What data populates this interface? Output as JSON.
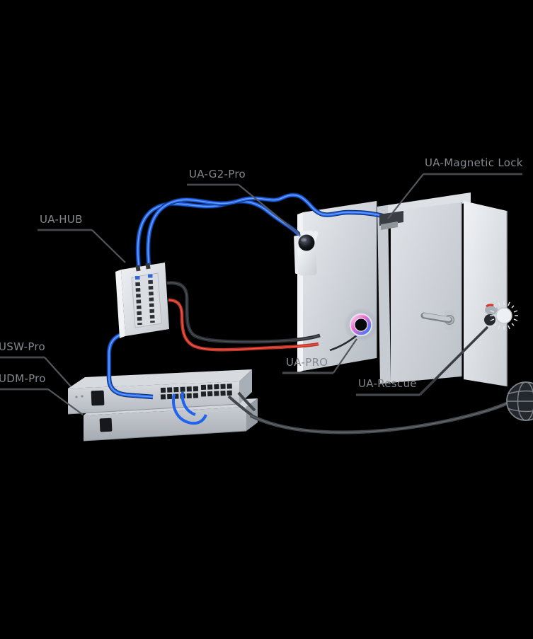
{
  "diagram": {
    "background": "#000000",
    "labels": {
      "g2_reader": "UA-G2-Pro",
      "magnetic_lock": "UA-Magnetic Lock",
      "hub": "UA-HUB",
      "switch": "USW-Pro",
      "gateway": "UDM-Pro",
      "reader_pro": "UA-PRO",
      "rescue": "UA-Rescue"
    },
    "icons": {
      "internet": "globe-icon"
    },
    "colors": {
      "cable_blue": "#2063ef",
      "cable_blue_core": "#7eaaff",
      "cable_red": "#c33127",
      "cable_dark": "#43474c",
      "label_text": "#84888c",
      "glow_pink": "#ee66d0",
      "glow_blue": "#2f7bff",
      "wall_light": "#e7eaee"
    }
  }
}
